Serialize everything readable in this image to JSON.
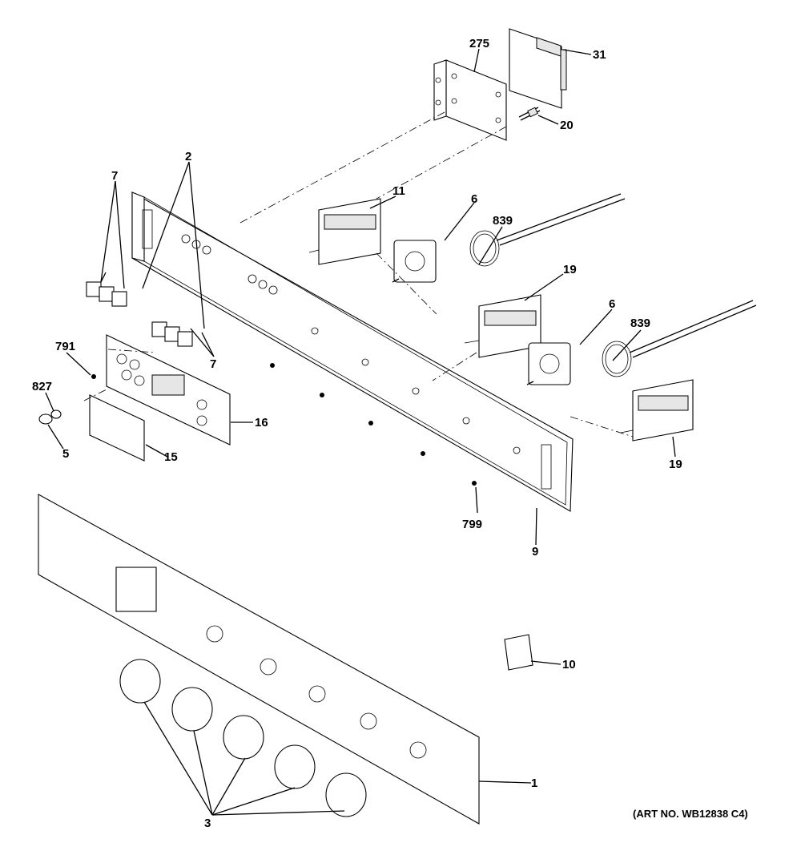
{
  "labels": {
    "p275": "275",
    "p31": "31",
    "p20": "20",
    "p2": "2",
    "p7a": "7",
    "p7b": "7",
    "p11": "11",
    "p6a": "6",
    "p839a": "839",
    "p19a": "19",
    "p6b": "6",
    "p839b": "839",
    "p791": "791",
    "p827": "827",
    "p5": "5",
    "p15": "15",
    "p16": "16",
    "p19b": "19",
    "p799": "799",
    "p9": "9",
    "p10": "10",
    "p1": "1",
    "p3": "3"
  },
  "art_number": "(ART NO. WB12838 C4)"
}
